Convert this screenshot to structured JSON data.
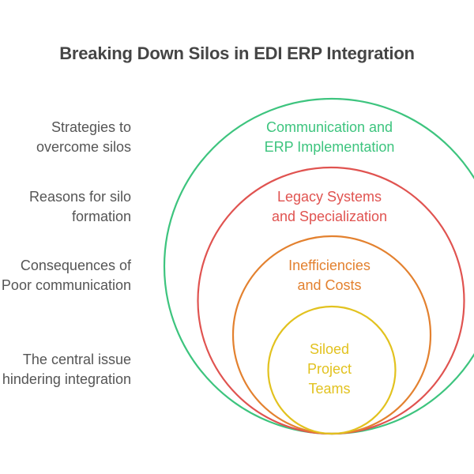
{
  "title": "Breaking Down Silos in EDI ERP Integration",
  "layers": [
    {
      "id": "outer",
      "label_lines": [
        "Communication and",
        "ERP Implementation"
      ],
      "description_lines": [
        "Strategies to",
        "overcome silos"
      ],
      "color": "#3dc47e"
    },
    {
      "id": "second",
      "label_lines": [
        "Legacy Systems",
        "and Specialization"
      ],
      "description_lines": [
        "Reasons for silo",
        "formation"
      ],
      "color": "#e05350"
    },
    {
      "id": "third",
      "label_lines": [
        "Inefficiencies",
        "and Costs"
      ],
      "description_lines": [
        "Consequences of",
        "Poor communication"
      ],
      "color": "#e3812f"
    },
    {
      "id": "core",
      "label_lines": [
        "Siloed",
        "Project",
        "Teams"
      ],
      "description_lines": [
        "The central issue",
        "hindering integration"
      ],
      "color": "#e2c21f"
    }
  ]
}
